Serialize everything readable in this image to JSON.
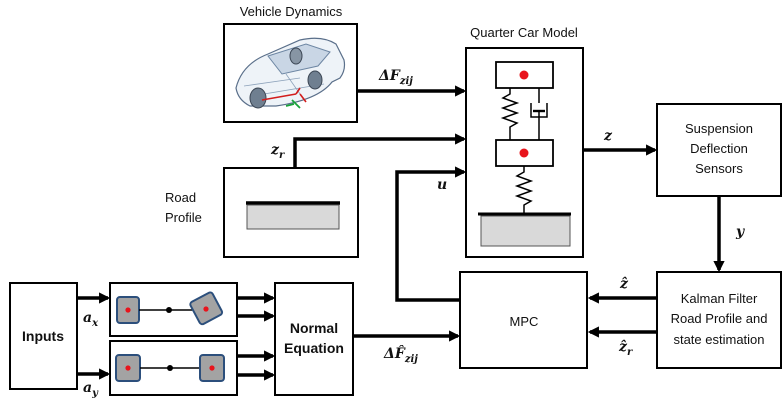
{
  "blocks": {
    "vehicle_dynamics": "Vehicle Dynamics",
    "quarter_car_model": "Quarter Car Model",
    "suspension_sensors": [
      "Suspension",
      "Deflection",
      "Sensors"
    ],
    "road_profile": [
      "Road",
      "Profile"
    ],
    "inputs": "Inputs",
    "normal_equation": [
      "Normal",
      "Equation"
    ],
    "mpc": "MPC",
    "kalman_filter": [
      "Kalman Filter",
      "Road Profile and",
      "state estimation"
    ]
  },
  "signals": {
    "delta_f_main": "ΔF",
    "delta_f_sub": "zij",
    "delta_f_hat_main": "ΔF̂",
    "delta_f_hat_sub": "zij",
    "z": "z",
    "z_r_main": "z",
    "z_r_sub": "r",
    "u": "u",
    "y": "y",
    "z_hat": "ẑ",
    "z_r_hat_main": "ẑ",
    "z_r_hat_sub": "r",
    "a_x_main": "a",
    "a_x_sub": "x",
    "a_y_main": "a",
    "a_y_sub": "y"
  },
  "colors": {
    "mass_dot": "#e8141c",
    "tyre_fill": "#a3a3a3",
    "tyre_stroke": "#2c4f7c",
    "road_fill": "#d9d9d9"
  },
  "icons": [
    "car-wireframe-icon",
    "tyre-pair-icon",
    "spring-icon",
    "damper-icon"
  ]
}
